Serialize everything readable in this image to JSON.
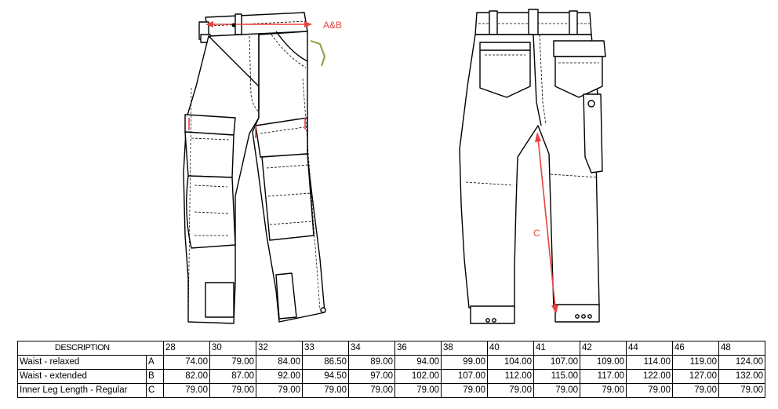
{
  "annotations": {
    "waist": "A&B",
    "inner_leg": "C"
  },
  "table": {
    "header_label": "DESCRIPTION",
    "sizes": [
      "28",
      "30",
      "32",
      "33",
      "34",
      "36",
      "38",
      "40",
      "41",
      "42",
      "44",
      "46",
      "48"
    ],
    "rows": [
      {
        "description": "Waist - relaxed",
        "code": "A",
        "values": [
          "74.00",
          "79.00",
          "84.00",
          "86.50",
          "89.00",
          "94.00",
          "99.00",
          "104.00",
          "107.00",
          "109.00",
          "114.00",
          "119.00",
          "124.00"
        ]
      },
      {
        "description": "Waist - extended",
        "code": "B",
        "values": [
          "82.00",
          "87.00",
          "92.00",
          "94.50",
          "97.00",
          "102.00",
          "107.00",
          "112.00",
          "115.00",
          "117.00",
          "122.00",
          "127.00",
          "132.00"
        ]
      },
      {
        "description": "Inner Leg Length - Regular",
        "code": "C",
        "values": [
          "79.00",
          "79.00",
          "79.00",
          "79.00",
          "79.00",
          "79.00",
          "79.00",
          "79.00",
          "79.00",
          "79.00",
          "79.00",
          "79.00",
          "79.00"
        ]
      }
    ]
  },
  "colors": {
    "annotation": "#e8423f",
    "line": "#000000",
    "loop_accent": "#9aa04a"
  }
}
